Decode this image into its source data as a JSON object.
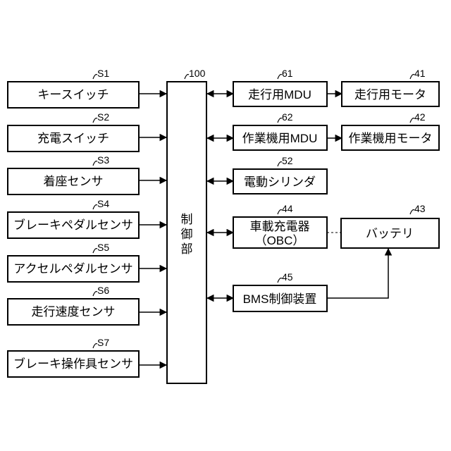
{
  "sensors": [
    {
      "ref": "S1",
      "label": "キースイッチ"
    },
    {
      "ref": "S2",
      "label": "充電スイッチ"
    },
    {
      "ref": "S3",
      "label": "着座センサ"
    },
    {
      "ref": "S4",
      "label": "ブレーキペダルセンサ"
    },
    {
      "ref": "S5",
      "label": "アクセルペダルセンサ"
    },
    {
      "ref": "S6",
      "label": "走行速度センサ"
    },
    {
      "ref": "S7",
      "label": "ブレーキ操作具センサ"
    }
  ],
  "controller": {
    "ref": "100",
    "label": "制御部"
  },
  "modules": {
    "drive_mdu": {
      "ref": "61",
      "label": "走行用MDU"
    },
    "drive_motor": {
      "ref": "41",
      "label": "走行用モータ"
    },
    "work_mdu": {
      "ref": "62",
      "label": "作業機用MDU"
    },
    "work_motor": {
      "ref": "42",
      "label": "作業機用モータ"
    },
    "cylinder": {
      "ref": "52",
      "label": "電動シリンダ"
    },
    "charger": {
      "ref": "44",
      "label_line1": "車載充電器",
      "label_line2": "（OBC）"
    },
    "battery": {
      "ref": "43",
      "label": "バッテリ"
    },
    "bms": {
      "ref": "45",
      "label": "BMS制御装置"
    }
  }
}
